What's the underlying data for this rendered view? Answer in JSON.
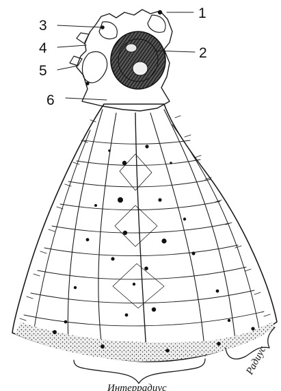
{
  "figure": {
    "labels": [
      "1",
      "2",
      "3",
      "4",
      "5",
      "6"
    ],
    "caption_interradius": "Интеррадиус",
    "caption_radius": "Радиус"
  }
}
